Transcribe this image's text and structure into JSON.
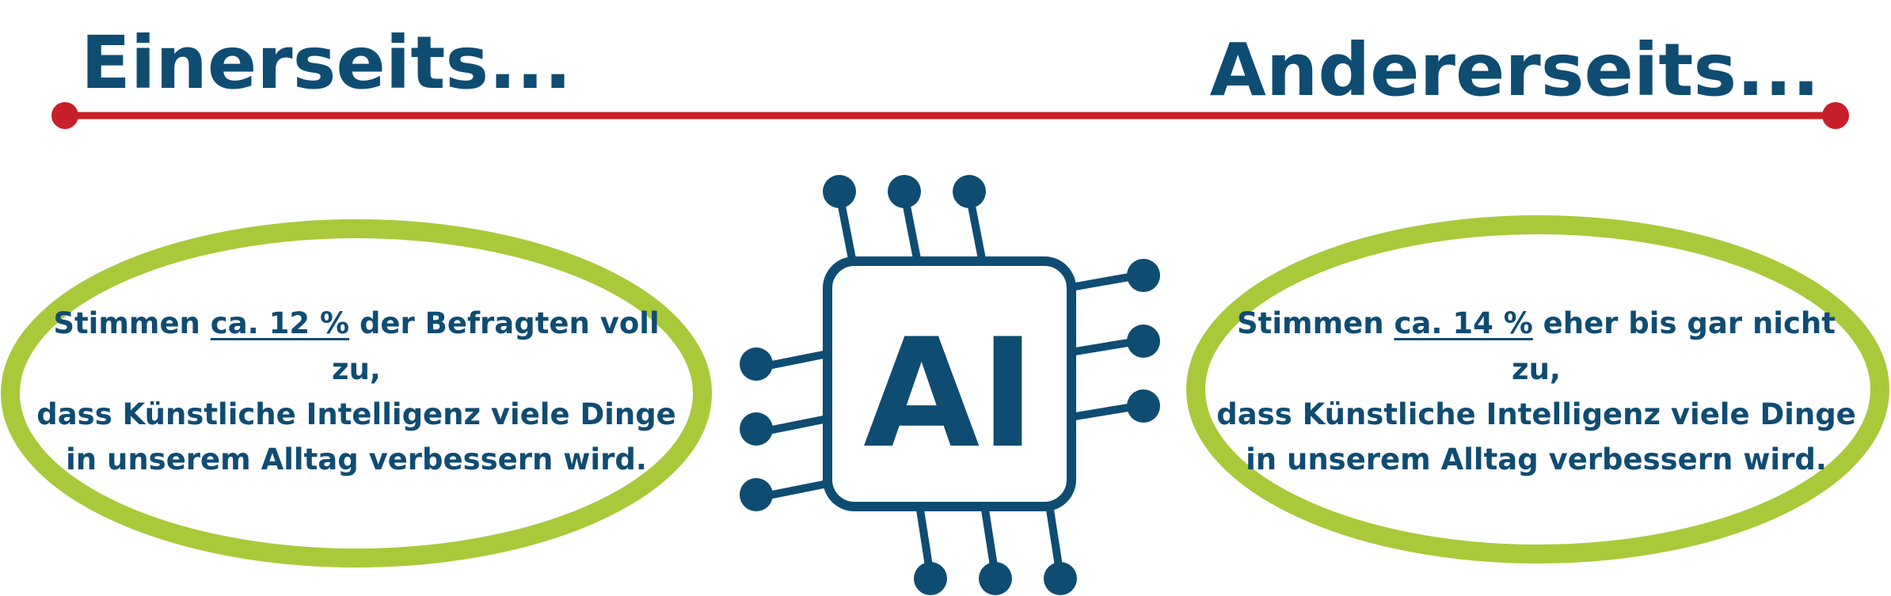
{
  "headings": {
    "left": "Einerseits...",
    "right": "Andererseits..."
  },
  "statements": {
    "left": {
      "prefix": "Stimmen ",
      "stat": "ca. 12 %",
      "line1_rest": " der Befragten voll zu,",
      "line2": "dass Künstliche Intelligenz viele Dinge",
      "line3": "in unserem Alltag verbessern wird."
    },
    "right": {
      "prefix": "Stimmen ",
      "stat": "ca. 14 %",
      "line1_rest": " eher bis gar nicht zu,",
      "line2": "dass Künstliche Intelligenz viele Dinge",
      "line3": "in unserem Alltag verbessern wird."
    }
  },
  "chip": {
    "label": "AI",
    "icon": "ai-chip-icon"
  },
  "colors": {
    "navy": "#0f4c72",
    "red": "#c8202a",
    "green": "#a9c93a",
    "background": "#ffffff"
  }
}
